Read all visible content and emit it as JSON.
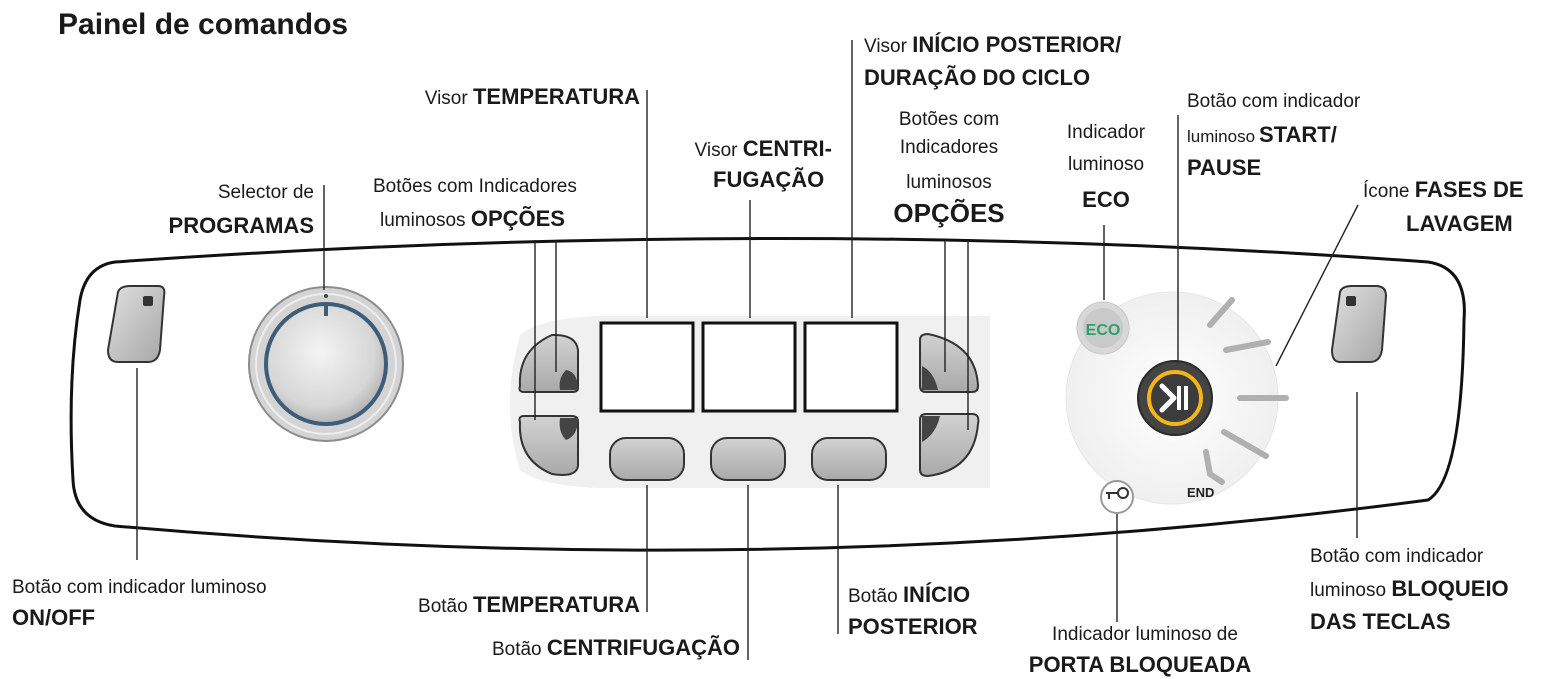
{
  "title": "Painel de comandos",
  "panel": {
    "eco_badge": "ECO",
    "end_label": "END"
  },
  "labels": {
    "visor_inicio": {
      "n1": "Visor ",
      "b1": "INÍCIO POSTERIOR/",
      "b2": "DURAÇÃO DO CICLO"
    },
    "visor_temperatura": {
      "n1": "Visor ",
      "b1": "TEMPERATURA"
    },
    "visor_centrifugacao": {
      "n1": "Visor ",
      "b1": "CENTRI-",
      "b2": "FUGAÇÃO"
    },
    "botoes_opcoes_left": {
      "n1": "Botões com Indicadores",
      "n2": "luminosos ",
      "b2": "OPÇÕES"
    },
    "selector_programas": {
      "n1": "Selector de",
      "b1": "PROGRAMAS"
    },
    "botoes_opcoes_right": {
      "n1": "Botões com",
      "n2": "Indicadores",
      "n3": "luminosos",
      "b1": "OPÇÕES"
    },
    "indicador_eco": {
      "n1": "Indicador",
      "n2": "luminoso",
      "b1": "ECO"
    },
    "botao_start": {
      "n1": "Botão com indicador",
      "n2": "luminoso",
      "b2": "START/",
      "b3": "PAUSE"
    },
    "icone_fases": {
      "n1": "Ícone ",
      "b1": "FASES DE",
      "b2": "LAVAGEM"
    },
    "botao_onoff": {
      "n1": "Botão com indicador luminoso",
      "b1": "ON/OFF"
    },
    "botao_temperatura": {
      "n1": "Botão ",
      "b1": "TEMPERATURA"
    },
    "botao_centrifugacao": {
      "n1": "Botão ",
      "b1": "CENTRIFUGAÇÃO"
    },
    "botao_inicio": {
      "n1": "Botão ",
      "b1": "INÍCIO",
      "b2": "POSTERIOR"
    },
    "indicador_porta": {
      "n1": "Indicador luminoso de",
      "b1": "PORTA BLOQUEADA"
    },
    "botao_bloqueio": {
      "n1": "Botão com indicador",
      "n2": "luminoso ",
      "b2": "BLOQUEIO",
      "b3": "DAS TECLAS"
    }
  }
}
